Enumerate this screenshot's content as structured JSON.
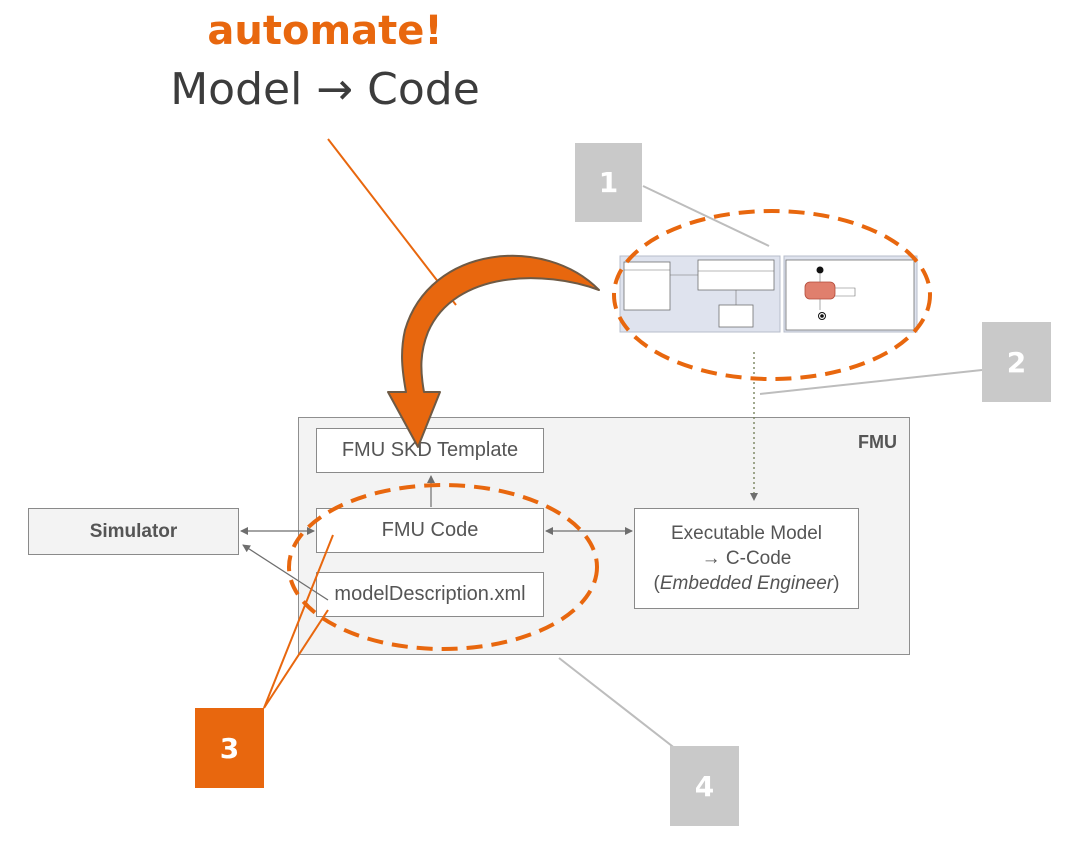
{
  "title": {
    "accent": "automate!",
    "main": "Model → Code"
  },
  "fmu": {
    "label": "FMU",
    "template": "FMU SKD Template",
    "code": "FMU Code",
    "model_description": "modelDescription.xml"
  },
  "simulator": "Simulator",
  "executable": {
    "line1": "Executable Model",
    "line2": "→ C-Code",
    "paren_open": "(",
    "engineer": "Embedded Engineer",
    "paren_close": ")"
  },
  "badges": [
    "1",
    "2",
    "3",
    "4"
  ],
  "colors": {
    "accent": "#e8670e",
    "badge_grey": "#c9c9c9",
    "box_border": "#8a8a8a",
    "container_fill": "#f3f3f3",
    "text": "#555555"
  },
  "icons": {
    "curved_arrow": "curved-arrow-icon",
    "uml_thumbnail": "uml-diagram-icon"
  }
}
